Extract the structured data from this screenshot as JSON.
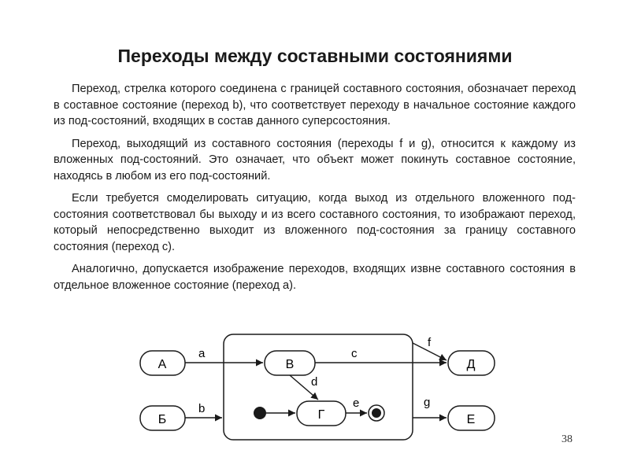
{
  "slide": {
    "title": "Переходы между составными состояниями",
    "paragraphs": [
      "Переход, стрелка которого соединена с границей составного состояния, обозначает переход в составное состояние (переход b), что соответствует переходу в начальное состояние каждого из под-состояний, входящих в состав данного суперсостояния.",
      "Переход, выходящий из составного состояния (переходы f и g), относится к каждому из вложенных под-состояний. Это означает, что объект может покинуть составное состояние, находясь в любом из его под-состояний.",
      "Если требуется смоделировать ситуацию, когда выход из отдельного вложенного под-состояния соответствовал бы выходу и из всего составного состояния, то изображают переход, который непосредственно выходит из вложенного под-состояния за границу составного состояния (переход c).",
      "Аналогично, допускается изображение переходов, входящих извне составного состояния в отдельное вложенное состояние (переход a)."
    ],
    "page_number": "38"
  },
  "diagram": {
    "states": {
      "a": "А",
      "b": "Б",
      "v": "В",
      "g": "Г",
      "d": "Д",
      "e": "Е"
    },
    "transitions": {
      "a": "a",
      "b": "b",
      "c": "c",
      "d": "d",
      "e": "e",
      "f": "f",
      "g": "g"
    }
  }
}
